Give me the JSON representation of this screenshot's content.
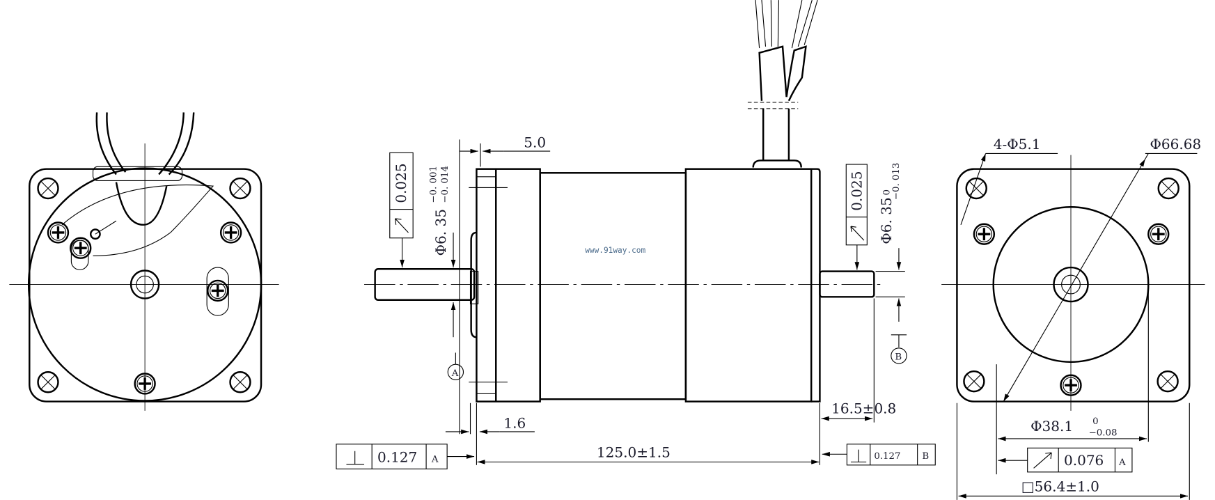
{
  "watermark": "www.91way.com",
  "front_shaft": {
    "runout_value": "0.025",
    "diameter_label": "Φ6. 35",
    "tol_upper": "−0. 001",
    "tol_lower": "−0. 014",
    "flange_step": "5.0",
    "datum": "A",
    "pilot_depth": "1.6"
  },
  "rear_shaft": {
    "runout_value": "0.025",
    "diameter_label": "Φ6. 35",
    "tol_upper": "0",
    "tol_lower": "−0. 013",
    "datum": "B",
    "length": "16.5±0.8"
  },
  "body_length": "125.0±1.5",
  "perp_left": {
    "value": "0.127",
    "datum": "A"
  },
  "perp_right": {
    "value": "0.127",
    "datum": "B"
  },
  "end_view": {
    "holes": "4-Φ5.1",
    "bolt_circle": "Φ66.68",
    "pilot": "Φ38.1",
    "pilot_tol_upper": "0",
    "pilot_tol_lower": "−0.08",
    "runout_value": "0.076",
    "runout_datum": "A",
    "square": "□56.4±1.0"
  }
}
